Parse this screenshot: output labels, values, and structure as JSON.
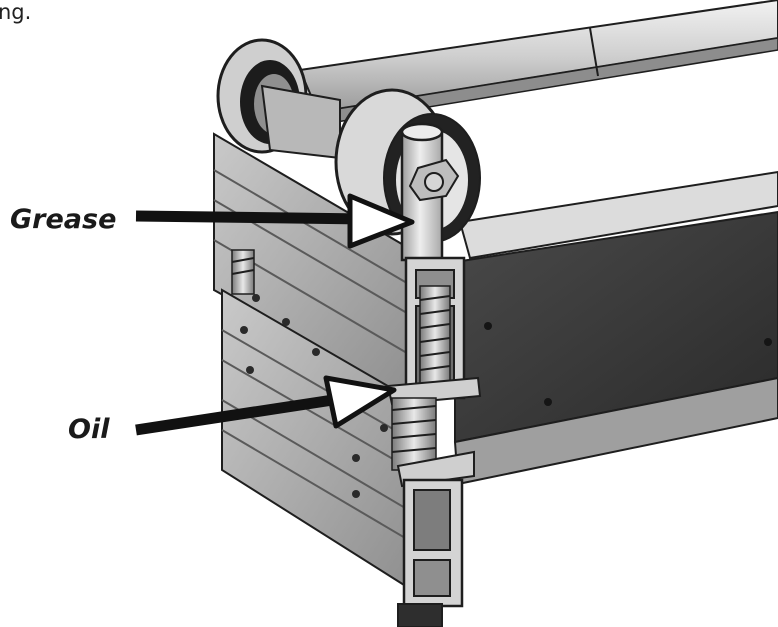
{
  "top_text": "ng.",
  "callouts": [
    {
      "id": "grease",
      "label": "Grease"
    },
    {
      "id": "oil",
      "label": "Oil"
    }
  ],
  "colors": {
    "metal_light": "#e6e6e6",
    "metal_mid": "#b9b9b9",
    "metal_dark": "#8a8a8a",
    "panel_dark": "#3a3a3a",
    "outline": "#1e1e1e",
    "arrow": "#111111"
  }
}
